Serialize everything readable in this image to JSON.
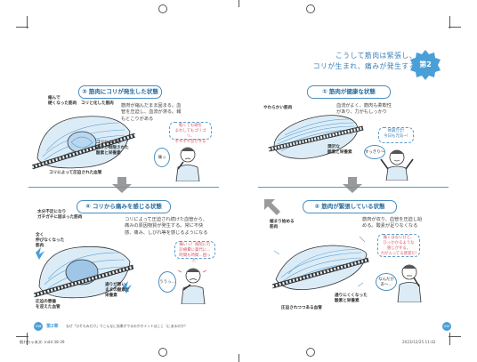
{
  "colors": {
    "accent": "#4a9fd8",
    "muscle_blue": "#5aa3d6",
    "alert_red": "#d5576a",
    "gray_arrow": "#9a9a9a"
  },
  "right_page": {
    "headline": "こうして筋肉は緊張し、\nコリが生まれ、痛みが発生する",
    "chapter_badge": "第2",
    "page_number": "039",
    "footer": "2023/12/25  11:42",
    "section1": {
      "pill": "① 筋肉が健康な状態",
      "text": "血流がよく、筋肉も柔軟性\nがあり、力がもしっかり",
      "labels": {
        "soft_muscle": "やわらかい筋肉",
        "blood": "潤沢な\n酸素と栄養素"
      },
      "bubble": "体調万全!\n今日も元気~!",
      "speech": "すっきり〜"
    },
    "section2": {
      "pill": "② 筋肉が緊張している状態",
      "text": "筋肉が収り、血管を圧迫し始\nめる。酸素が足りなくなる",
      "labels": {
        "tight_muscle": "縮まり始める\n筋肉",
        "squeezed_vessel": "圧迫されつつある血管",
        "less_blood": "通りにくくなった\n酸素と栄養素"
      },
      "bubble": "痛くはないけど、\nひっかかるような\n感じがする。\n力が入ってる感覚だ!",
      "speech": "なんだか\nあ〜…"
    }
  },
  "left_page": {
    "page_number": "038",
    "footer_left": "眠れちゃ本文-.indd  38-39",
    "chapter_mark": "第2章",
    "footer_text": "なぜ「ひそもみだけ」でこんなに効果がでるのかポイントはここ（にあるのか？",
    "section3": {
      "pill": "③ 筋肉にコリが発生した状態",
      "text": "筋肉が縮んだまま固まる。血\n管を圧迫し、血流が滞る。報\nもとこりがある",
      "labels": {
        "hard_muscle": "縮んで\n硬くなった筋肉",
        "knot": "コリと化した筋肉",
        "limited": "コリによって\n通りが制限された\n酸素と栄養素",
        "squeezed": "コリによって圧迫された血管"
      },
      "bubble": "軽くても頭を\nまわしてもゴリゴリ、\nポキポキ音がする",
      "speech": "痛っ"
    },
    "section4": {
      "pill": "④ コリから痛みを感じる状態",
      "text": "コリによって圧迫され続けた血管から、\n痛みの原因物質が発生する。常に不快\n感、痛み、しびれ等を感じるようになる",
      "labels": {
        "water": "水分不足になり\nガチガチに固まった筋肉",
        "blocked": "全く\n伸びなくなった\n筋肉",
        "scarce": "通りが悪い\nままの酸素と\n栄養素",
        "pain_vessel": "圧迫の悪循\nを迎えた血管"
      },
      "bubble": "痛いっ！病院に行\n診療費に薬代に…\n時間も時間…困った!",
      "speech": "ううっ…"
    }
  }
}
